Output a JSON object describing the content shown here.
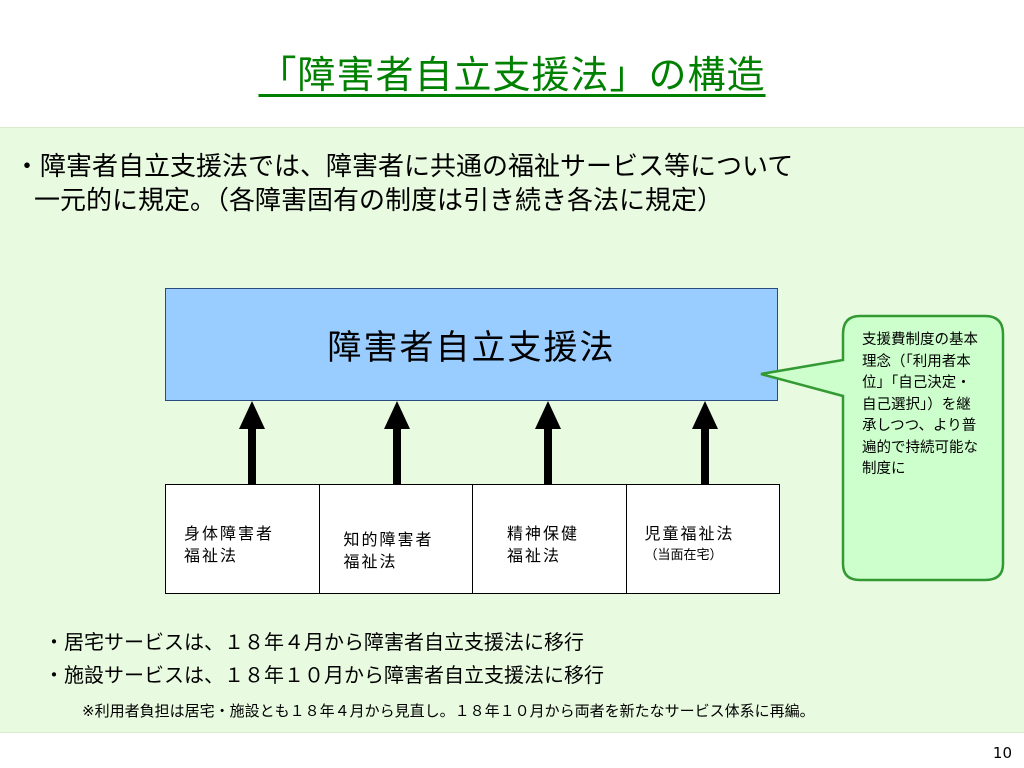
{
  "title": "「障害者自立支援法」の構造",
  "intro": {
    "line1": "・障害者自立支援法では、障害者に共通の福祉サービス等について",
    "line2": "一元的に規定。（各障害固有の制度は引き続き各法に規定）"
  },
  "main_box": {
    "label": "障害者自立支援法"
  },
  "sub_laws": [
    {
      "line1": "身体障害者",
      "line2": "福祉法",
      "note": ""
    },
    {
      "line1": "知的障害者",
      "line2": "福祉法",
      "note": ""
    },
    {
      "line1": "精神保健",
      "line2": "福祉法",
      "note": ""
    },
    {
      "line1": "児童福祉法",
      "line2": "",
      "note": "（当面在宅）"
    }
  ],
  "callout": {
    "text": "支援費制度の基本理念（「利用者本位」「自己決定・自己選択」）を継承しつつ、より普遍的で持続可能な制度に"
  },
  "bullets": [
    "・居宅サービスは、１８年４月から障害者自立支援法に移行",
    "・施設サービスは、１８年１０月から障害者自立支援法に移行"
  ],
  "note": "※利用者負担は居宅・施設とも１８年４月から見直し。１８年１０月から両者を新たなサービス体系に再編。",
  "page_number": "10",
  "colors": {
    "title": "#008000",
    "panel_bg": "#e8fae0",
    "main_box_fill": "#99ccff",
    "callout_fill": "#ccffcc",
    "callout_border": "#339933"
  }
}
